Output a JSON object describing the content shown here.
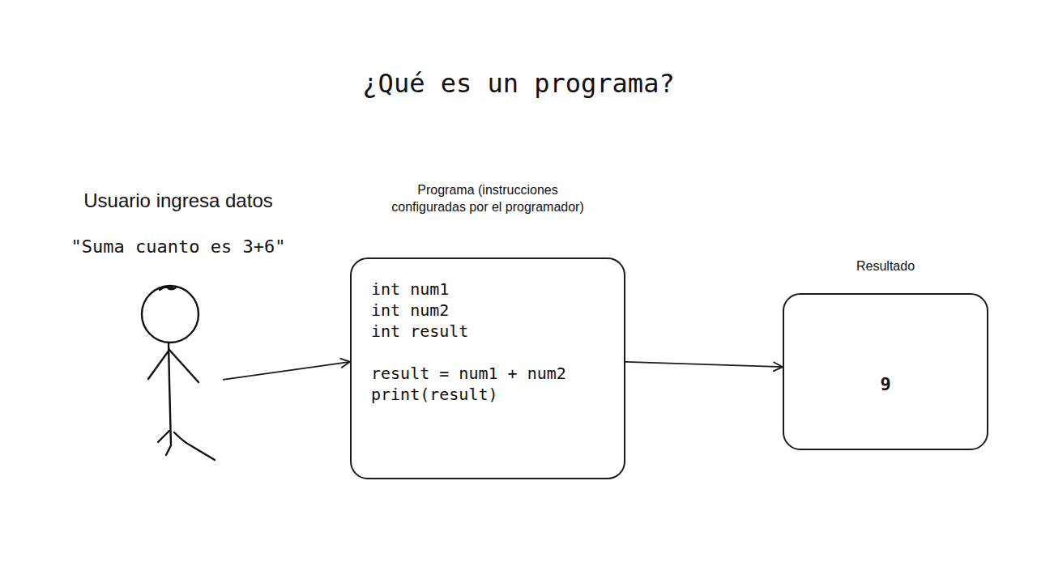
{
  "diagram": {
    "title": "¿Qué es un programa?",
    "nodes": [
      {
        "text": [
          "Usuario ingresa datos",
          "\"Suma cuanto es 3+6\""
        ]
      },
      {
        "text": [
          "Programa (instrucciones configuradas por el programador)",
          "int num1",
          "int num2",
          "int result",
          "result = num1 + num2",
          "print(result)"
        ]
      },
      {
        "text": [
          "Resultado",
          "9"
        ]
      }
    ],
    "edges": [
      {
        "from": 0,
        "to": 1,
        "arrow": "to"
      },
      {
        "from": 1,
        "to": 2,
        "arrow": "to"
      }
    ]
  }
}
